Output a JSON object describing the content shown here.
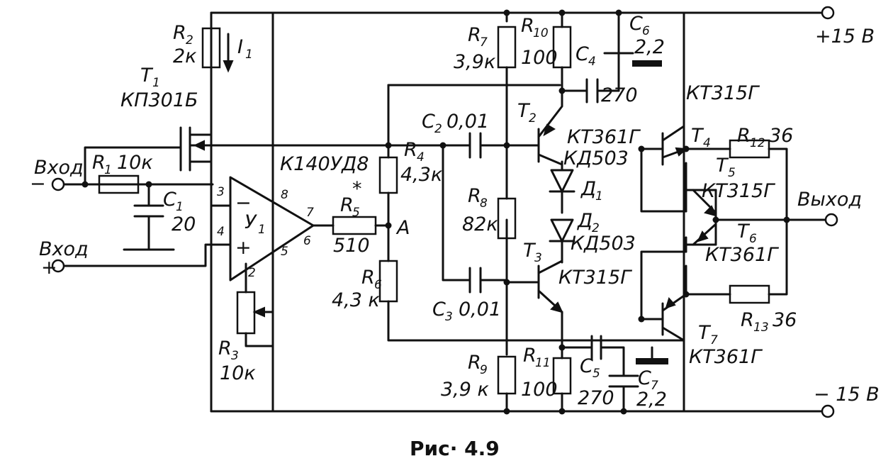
{
  "caption": "Рис· 4.9",
  "power": {
    "pos": "+15 В",
    "neg": "− 15 В"
  },
  "terminals": {
    "input_neg_label": "Вход",
    "input_neg_sign": "−",
    "input_pos_label": "Вход",
    "input_pos_sign": "+",
    "output_label": "Выход"
  },
  "opamp": {
    "ref": "У",
    "ref_sub": "1",
    "type": "К140УД8",
    "minus": "−",
    "plus": "+",
    "pin2": "2",
    "pin3": "3",
    "pin4": "4",
    "pin5": "5",
    "pin6": "6",
    "pin7": "7",
    "pin8": "8"
  },
  "current": {
    "ref": "I",
    "ref_sub": "1"
  },
  "node_a": "А",
  "resistors": {
    "r1": {
      "ref": "R",
      "sub": "1",
      "value": "10к"
    },
    "r2": {
      "ref": "R",
      "sub": "2",
      "value": "2к"
    },
    "r3": {
      "ref": "R",
      "sub": "3",
      "value": "10к"
    },
    "r4": {
      "ref": "R",
      "sub": "4",
      "value": "4,3к"
    },
    "r5": {
      "ref": "R",
      "sub": "5",
      "star": "*",
      "value": "510"
    },
    "r6": {
      "ref": "R",
      "sub": "6",
      "value": "4,3 к"
    },
    "r7": {
      "ref": "R",
      "sub": "7",
      "value": "3,9к"
    },
    "r8": {
      "ref": "R",
      "sub": "8",
      "value": "82к"
    },
    "r9": {
      "ref": "R",
      "sub": "9",
      "value": "3,9 к"
    },
    "r10": {
      "ref": "R",
      "sub": "10",
      "value": "100"
    },
    "r11": {
      "ref": "R",
      "sub": "11",
      "value": "100"
    },
    "r12": {
      "ref": "R",
      "sub": "12",
      "value": "36"
    },
    "r13": {
      "ref": "R",
      "sub": "13",
      "value": "36"
    }
  },
  "capacitors": {
    "c1": {
      "ref": "C",
      "sub": "1",
      "value": "20"
    },
    "c2": {
      "ref": "C",
      "sub": "2",
      "value": "0,01"
    },
    "c3": {
      "ref": "C",
      "sub": "3",
      "value": "0,01"
    },
    "c4": {
      "ref": "C",
      "sub": "4",
      "value": "270"
    },
    "c5": {
      "ref": "C",
      "sub": "5",
      "value": "270"
    },
    "c6": {
      "ref": "C",
      "sub": "6",
      "value": "2,2"
    },
    "c7": {
      "ref": "C",
      "sub": "7",
      "value": "2,2"
    }
  },
  "transistors": {
    "t1": {
      "ref": "T",
      "sub": "1",
      "type": "КП301Б"
    },
    "t2": {
      "ref": "T",
      "sub": "2",
      "type": "КТ361Г"
    },
    "t3": {
      "ref": "T",
      "sub": "3",
      "type": "КТ315Г"
    },
    "t4": {
      "ref": "T",
      "sub": "4",
      "type": "КТ315Г"
    },
    "t5": {
      "ref": "T",
      "sub": "5",
      "type": "КТ315Г"
    },
    "t6": {
      "ref": "T",
      "sub": "6",
      "type": "КТ361Г"
    },
    "t7": {
      "ref": "T",
      "sub": "7",
      "type": "КТ361Г"
    }
  },
  "diodes": {
    "d1": {
      "ref": "Д",
      "sub": "1",
      "type": "КД503"
    },
    "d2": {
      "ref": "Д",
      "sub": "2",
      "type": "КД503"
    }
  }
}
